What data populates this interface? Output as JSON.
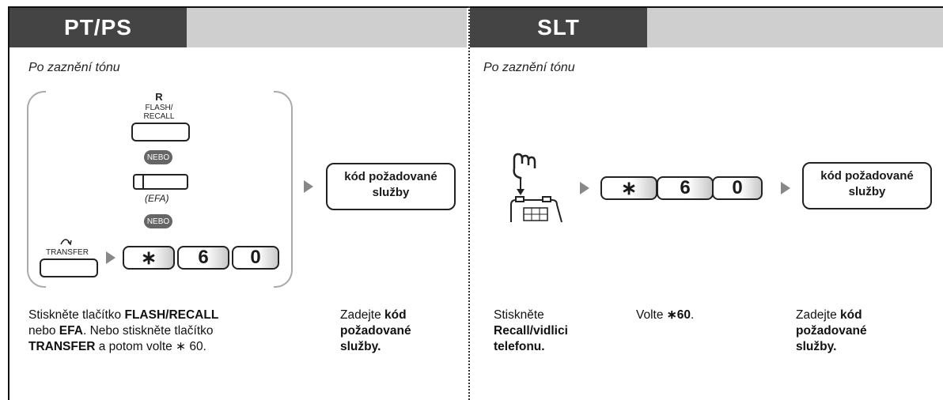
{
  "left_panel": {
    "header": "PT/PS",
    "condition": "Po zaznění tónu",
    "flash_label_r": "R",
    "flash_label": "FLASH/\nRECALL",
    "nebo_1": "NEBO",
    "efa_label": "(EFA)",
    "nebo_2": "NEBO",
    "transfer_label": "TRANSFER",
    "keys": [
      "∗",
      "6",
      "0"
    ],
    "code_box": "kód požadované\nslužby",
    "desc_main": {
      "part1": "Stiskněte tlačítko ",
      "part2": "FLASH/RECALL",
      "part3": "nebo ",
      "part4": "EFA",
      "part5": ". Nebo stiskněte tlačítko",
      "part6": "TRANSFER",
      "part7": " a potom volte ∗ 60."
    },
    "desc_code": {
      "part1": "Zadejte ",
      "part2": "kód",
      "part3": "požadované",
      "part4": "služby."
    }
  },
  "right_panel": {
    "header": "SLT",
    "condition": "Po zaznění tónu",
    "keys": [
      "∗",
      "6",
      "0"
    ],
    "code_box": "kód požadované\nslužby",
    "desc_recall": {
      "part1": "Stiskněte",
      "part2": "Recall/vidlici",
      "part3": "telefonu."
    },
    "desc_dial": {
      "part1": "Volte ",
      "part2": "∗60",
      "part3": "."
    },
    "desc_code": {
      "part1": "Zadejte ",
      "part2": "kód",
      "part3": "požadované",
      "part4": "služby."
    }
  }
}
